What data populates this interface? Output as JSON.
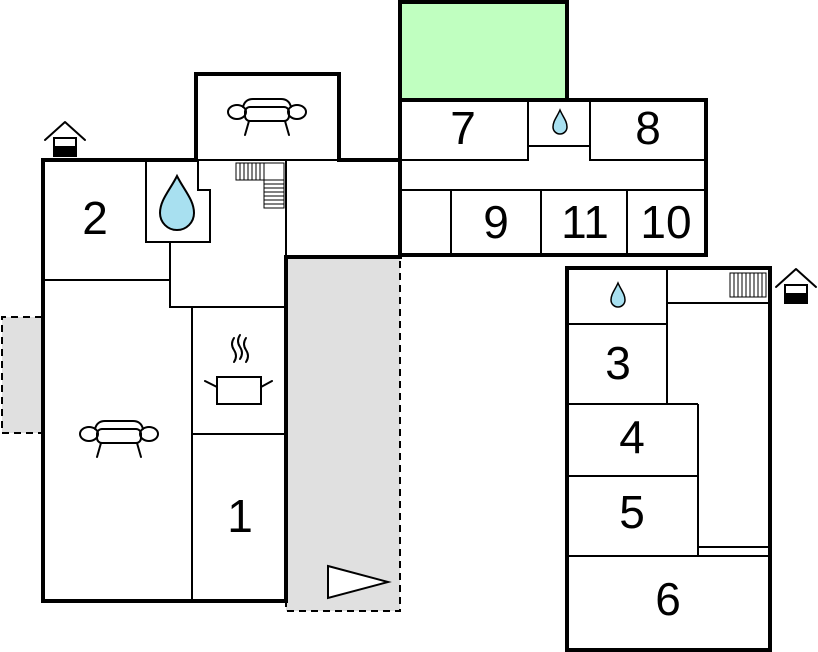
{
  "floorplan": {
    "colors": {
      "garden": "#c0ffc0",
      "terrace": "#e0e0e0",
      "water": "#a8e0f0",
      "wall": "#000000"
    },
    "rooms": [
      "1",
      "2",
      "3",
      "4",
      "5",
      "6",
      "7",
      "8",
      "9",
      "10",
      "11"
    ],
    "icons": [
      "sofa-icon",
      "water-drop-icon",
      "stairs-icon",
      "cooking-pot-icon",
      "house-entrance-icon",
      "direction-arrow-icon"
    ]
  }
}
